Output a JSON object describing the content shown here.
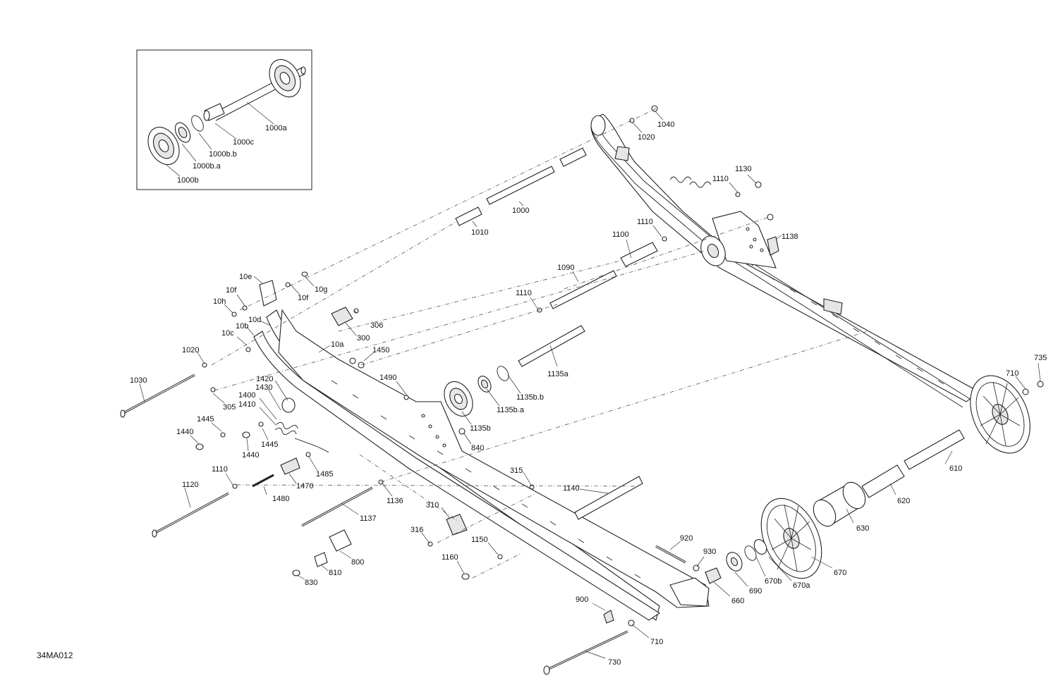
{
  "drawing_code": "34MA012",
  "inset_labels": [
    {
      "id": "1000a",
      "text": "1000a"
    },
    {
      "id": "1000c",
      "text": "1000c"
    },
    {
      "id": "1000bb",
      "text": "1000b.b"
    },
    {
      "id": "1000ba",
      "text": "1000b.a"
    },
    {
      "id": "1000b",
      "text": "1000b"
    }
  ],
  "labels": [
    {
      "id": "1040",
      "text": "1040"
    },
    {
      "id": "1020r",
      "text": "1020"
    },
    {
      "id": "1130",
      "text": "1130"
    },
    {
      "id": "1110a",
      "text": "1110"
    },
    {
      "id": "1138",
      "text": "1138"
    },
    {
      "id": "1000",
      "text": "1000"
    },
    {
      "id": "1010",
      "text": "1010"
    },
    {
      "id": "1110b",
      "text": "1110"
    },
    {
      "id": "1100",
      "text": "1100"
    },
    {
      "id": "1090",
      "text": "1090"
    },
    {
      "id": "1110c",
      "text": "1110"
    },
    {
      "id": "10e",
      "text": "10e"
    },
    {
      "id": "10f1",
      "text": "10f"
    },
    {
      "id": "10g",
      "text": "10g"
    },
    {
      "id": "10h",
      "text": "10h"
    },
    {
      "id": "10f2",
      "text": "10f"
    },
    {
      "id": "10d",
      "text": "10d"
    },
    {
      "id": "10b",
      "text": "10b"
    },
    {
      "id": "10c",
      "text": "10c"
    },
    {
      "id": "306",
      "text": "306"
    },
    {
      "id": "300",
      "text": "300"
    },
    {
      "id": "10a",
      "text": "10a"
    },
    {
      "id": "1450",
      "text": "1450"
    },
    {
      "id": "1135a",
      "text": "1135a"
    },
    {
      "id": "1020l",
      "text": "1020"
    },
    {
      "id": "1030",
      "text": "1030"
    },
    {
      "id": "1490",
      "text": "1490"
    },
    {
      "id": "1135bb",
      "text": "1135b.b"
    },
    {
      "id": "1135ba",
      "text": "1135b.a"
    },
    {
      "id": "1135b",
      "text": "1135b"
    },
    {
      "id": "1420",
      "text": "1420"
    },
    {
      "id": "1430",
      "text": "1430"
    },
    {
      "id": "1400",
      "text": "1400"
    },
    {
      "id": "1410",
      "text": "1410"
    },
    {
      "id": "305",
      "text": "305"
    },
    {
      "id": "1445a",
      "text": "1445"
    },
    {
      "id": "1440a",
      "text": "1440"
    },
    {
      "id": "1445b",
      "text": "1445"
    },
    {
      "id": "1440b",
      "text": "1440"
    },
    {
      "id": "840",
      "text": "840"
    },
    {
      "id": "1485",
      "text": "1485"
    },
    {
      "id": "1470",
      "text": "1470"
    },
    {
      "id": "315",
      "text": "315"
    },
    {
      "id": "1110d",
      "text": "1110"
    },
    {
      "id": "1120",
      "text": "1120"
    },
    {
      "id": "1480",
      "text": "1480"
    },
    {
      "id": "1140",
      "text": "1140"
    },
    {
      "id": "1136",
      "text": "1136"
    },
    {
      "id": "1137",
      "text": "1137"
    },
    {
      "id": "310",
      "text": "310"
    },
    {
      "id": "316",
      "text": "316"
    },
    {
      "id": "1150",
      "text": "1150"
    },
    {
      "id": "800",
      "text": "800"
    },
    {
      "id": "1160",
      "text": "1160"
    },
    {
      "id": "810",
      "text": "810"
    },
    {
      "id": "830",
      "text": "830"
    },
    {
      "id": "735",
      "text": "735"
    },
    {
      "id": "710a",
      "text": "710"
    },
    {
      "id": "610",
      "text": "610"
    },
    {
      "id": "620",
      "text": "620"
    },
    {
      "id": "630",
      "text": "630"
    },
    {
      "id": "920",
      "text": "920"
    },
    {
      "id": "930",
      "text": "930"
    },
    {
      "id": "690",
      "text": "690"
    },
    {
      "id": "670b",
      "text": "670b"
    },
    {
      "id": "670a",
      "text": "670a"
    },
    {
      "id": "670",
      "text": "670"
    },
    {
      "id": "660",
      "text": "660"
    },
    {
      "id": "900",
      "text": "900"
    },
    {
      "id": "710b",
      "text": "710"
    },
    {
      "id": "730",
      "text": "730"
    }
  ]
}
